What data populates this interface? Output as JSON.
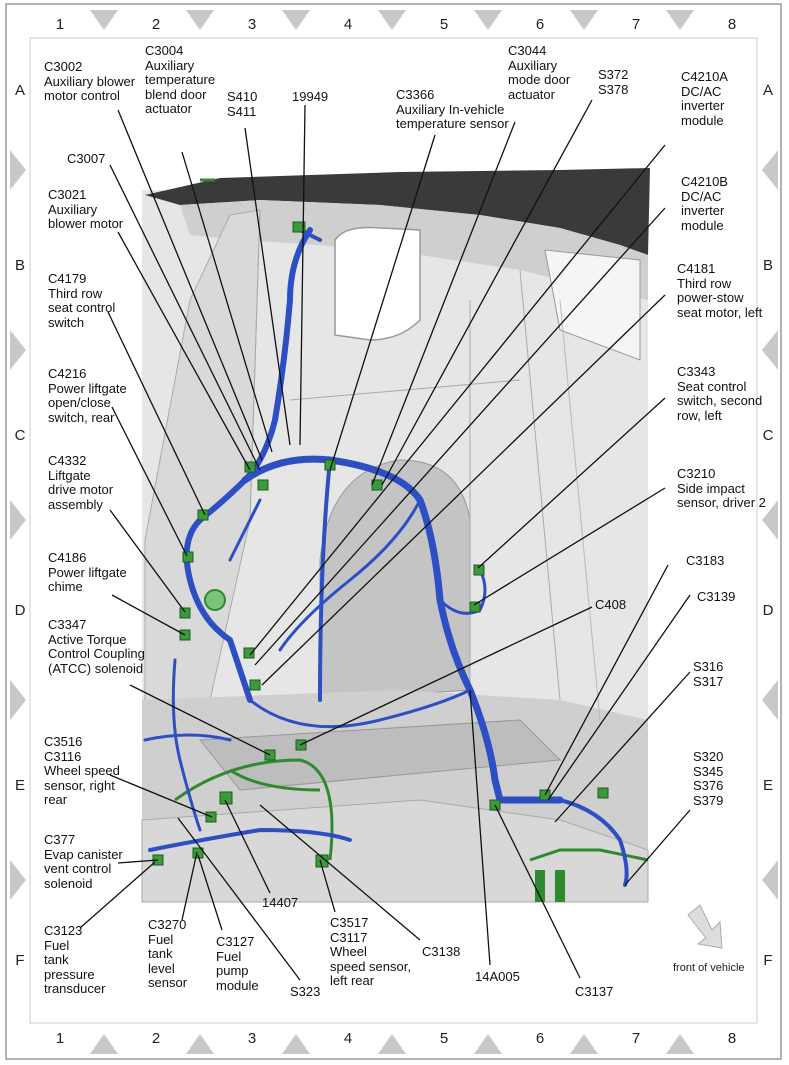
{
  "columns": [
    "1",
    "2",
    "3",
    "4",
    "5",
    "6",
    "7",
    "8"
  ],
  "rows": [
    "A",
    "B",
    "C",
    "D",
    "E",
    "F"
  ],
  "labels": {
    "c3002": "C3002\nAuxiliary blower\nmotor control",
    "c3004": "C3004\nAuxiliary\ntemperature\nblend door\nactuator",
    "s410": "S410\nS411",
    "n19949": "19949",
    "c3366": "C3366\nAuxiliary In-vehicle\ntemperature sensor",
    "c3044": "C3044\nAuxiliary\nmode door\nactuator",
    "s372": "S372\nS378",
    "c4210a": "C4210A\nDC/AC\ninverter\nmodule",
    "c3007": "C3007",
    "c3021": "C3021\nAuxiliary\nblower motor",
    "c4210b": "C4210B\nDC/AC\ninverter\nmodule",
    "c4179": "C4179\nThird row\nseat control\nswitch",
    "c4181": "C4181\nThird row\npower-stow\nseat motor, left",
    "c4216": "C4216\nPower liftgate\nopen/close\nswitch, rear",
    "c3343": "C3343\nSeat control\nswitch, second\nrow, left",
    "c4332": "C4332\nLiftgate\ndrive motor\nassembly",
    "c3210": "C3210\nSide impact\nsensor, driver 2",
    "c4186": "C4186\nPower liftgate\nchime",
    "c3183": "C3183",
    "c408": "C408",
    "c3139": "C3139",
    "c3347": "C3347\nActive Torque\nControl Coupling\n(ATCC) solenoid",
    "s316": "S316\nS317",
    "c3516": "C3516\nC3116\nWheel speed\nsensor, right\nrear",
    "s320": "S320\nS345\nS376\nS379",
    "c377": "C377\nEvap canister\nvent control\nsolenoid",
    "n14407": "14407",
    "c3123": "C3123\nFuel\ntank\npressure\ntransducer",
    "c3270": "C3270\nFuel\ntank\nlevel\nsensor",
    "c3127": "C3127\nFuel\npump\nmodule",
    "s323": "S323",
    "c3517": "C3517\nC3117\nWheel\nspeed sensor,\nleft rear",
    "c3138": "C3138",
    "n14a005": "14A005",
    "c3137": "C3137",
    "front": "front of vehicle"
  },
  "colors": {
    "harness_blue": "#2e4fc4",
    "harness_green": "#2f8a2f",
    "body_gray": "#d4d4d4",
    "roof_dark": "#3a3a3a",
    "grid_gray": "#b8b8b8"
  }
}
